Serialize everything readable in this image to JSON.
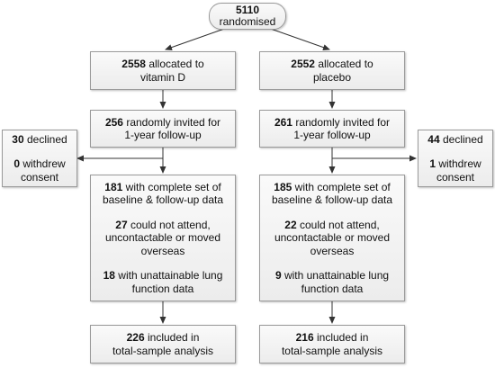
{
  "randomised": {
    "num": "5110",
    "text": "randomised"
  },
  "left": {
    "allocated": {
      "num": "2558",
      "text1": " allocated to",
      "text2": "vitamin D"
    },
    "invited": {
      "num": "256",
      "text1": " randomly invited for",
      "text2": "1-year follow-up"
    },
    "declined": {
      "num": "30",
      "text": " declined"
    },
    "withdrew": {
      "num": "0",
      "text1": " withdrew",
      "text2": "consent"
    },
    "complete": {
      "num": "181",
      "text1": " with complete set of",
      "text2": "baseline & follow-up data"
    },
    "attend": {
      "num": "27",
      "text1": " could not attend,",
      "text2": "uncontactable or moved",
      "text3": "overseas"
    },
    "lung": {
      "num": "18",
      "text1": " with unattainable lung",
      "text2": "function data"
    },
    "included": {
      "num": "226",
      "text1": " included in",
      "text2": "total-sample analysis"
    }
  },
  "right": {
    "allocated": {
      "num": "2552",
      "text1": " allocated to",
      "text2": "placebo"
    },
    "invited": {
      "num": "261",
      "text1": " randomly invited for",
      "text2": "1-year follow-up"
    },
    "declined": {
      "num": "44",
      "text": " declined"
    },
    "withdrew": {
      "num": "1",
      "text1": " withdrew",
      "text2": "consent"
    },
    "complete": {
      "num": "185",
      "text1": " with complete set of",
      "text2": "baseline & follow-up data"
    },
    "attend": {
      "num": "22",
      "text1": " could not attend,",
      "text2": "uncontactable or moved",
      "text3": "overseas"
    },
    "lung": {
      "num": "9",
      "text1": " with unattainable lung",
      "text2": "function data"
    },
    "included": {
      "num": "216",
      "text1": " included in",
      "text2": "total-sample analysis"
    }
  }
}
